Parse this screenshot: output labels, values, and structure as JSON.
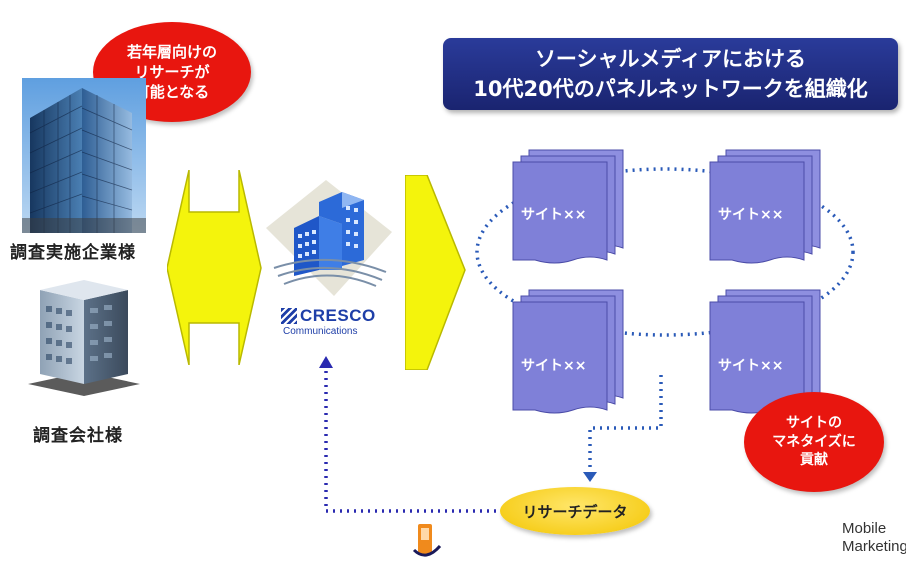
{
  "bubble_top": {
    "lines": [
      "若年層向けの",
      "リサーチが",
      "可能となる"
    ]
  },
  "banner": {
    "line1": "ソーシャルメディアにおける",
    "line2": "10代20代のパネルネットワークを組織化"
  },
  "left": {
    "company1_label": "調査実施企業様",
    "company2_label": "調査会社様"
  },
  "cresco": {
    "name": "CRESCO",
    "sub": "Communications"
  },
  "sites": [
    {
      "label": "サイト××"
    },
    {
      "label": "サイト××"
    },
    {
      "label": "サイト××"
    },
    {
      "label": "サイト××"
    }
  ],
  "bubble_monetize": {
    "lines": [
      "サイトの",
      "マネタイズに",
      "貢献"
    ]
  },
  "research_data": "リサーチデータ",
  "mobile_marketing": {
    "line1": "Mobile",
    "line2": "Marketing.JP"
  },
  "colors": {
    "red": "#e8160f",
    "navy": "#1f2c86",
    "yellow": "#f4f40c",
    "site_purple": "#7f80d8",
    "dotted": "#2a5ab8"
  }
}
